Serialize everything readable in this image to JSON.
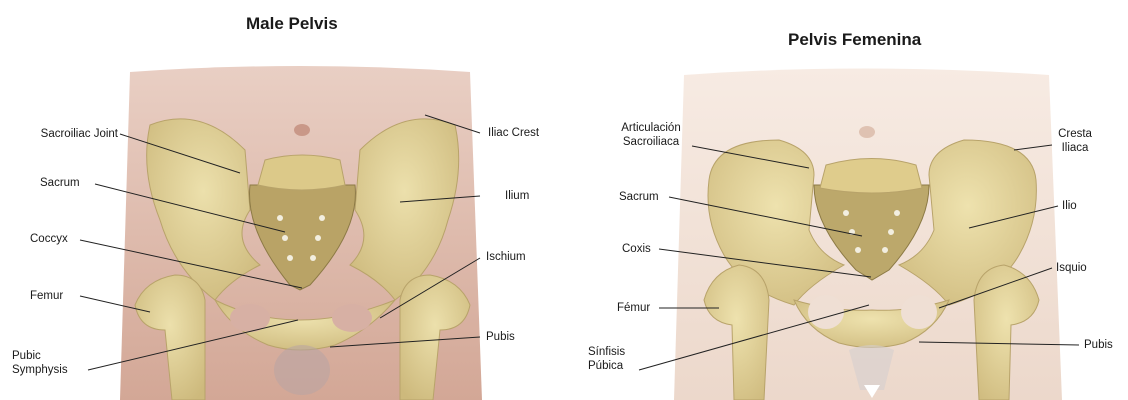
{
  "male": {
    "title": "Male Pelvis",
    "labels": {
      "sacroiliac_joint": "Sacroiliac Joint",
      "sacrum": "Sacrum",
      "coccyx": "Coccyx",
      "femur": "Femur",
      "pubic_symphysis": "Pubic\nSymphysis",
      "iliac_crest": "Iliac Crest",
      "ilium": "Ilium",
      "ischium": "Ischium",
      "pubis": "Pubis"
    }
  },
  "female": {
    "title": "Pelvis Femenina",
    "labels": {
      "sacroiliac_joint": "Articulación\nSacroiliaca",
      "sacrum": "Sacrum",
      "coccyx": "Coxis",
      "femur": "Fémur",
      "pubic_symphysis": "Sínfisis\nPúbica",
      "iliac_crest": "Cresta\nIliaca",
      "ilium": "Ilio",
      "ischium": "Isquio",
      "pubis": "Pubis"
    }
  },
  "colors": {
    "male_skin": "#dcb3a6",
    "female_skin": "#f0ddd1",
    "bone": "#e6d59a",
    "bone_shadow": "#b8a36a",
    "bone_dark": "#8c7a45"
  }
}
